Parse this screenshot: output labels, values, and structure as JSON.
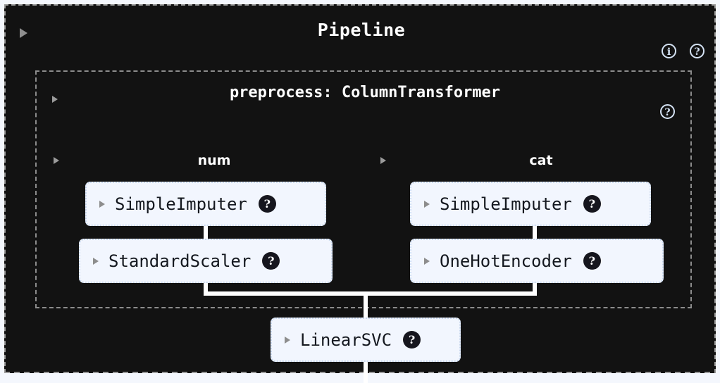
{
  "diagram": {
    "type": "sklearn-pipeline-repr",
    "theme": "dark",
    "colors": {
      "canvas_background": "#f4f7fd",
      "panel_background": "#121212",
      "panel_border": "#9a9a9a",
      "estimator_background": "#f2f6fe",
      "estimator_border": "#c9d8ef",
      "estimator_text": "#14181f",
      "title_text": "#ffffff",
      "connector": "#ffffff",
      "doc_badge_background": "#16161e",
      "circle_icon": "#d5e3f5"
    }
  },
  "pipeline": {
    "title": "Pipeline",
    "toggle_icon": "triangle-right-icon",
    "info_icon": "info-circle-icon",
    "info_icon_glyph": "i",
    "help_icon": "question-circle-icon",
    "help_icon_glyph": "?"
  },
  "column_transformer": {
    "title": "preprocess: ColumnTransformer",
    "toggle_icon": "triangle-right-icon",
    "help_icon": "question-circle-icon",
    "help_icon_glyph": "?",
    "columns": [
      {
        "label": "num",
        "toggle_icon": "triangle-right-icon",
        "steps": [
          {
            "label": "SimpleImputer",
            "toggle_icon": "triangle-right-icon",
            "doc_glyph": "?"
          },
          {
            "label": "StandardScaler",
            "toggle_icon": "triangle-right-icon",
            "doc_glyph": "?"
          }
        ]
      },
      {
        "label": "cat",
        "toggle_icon": "triangle-right-icon",
        "steps": [
          {
            "label": "SimpleImputer",
            "toggle_icon": "triangle-right-icon",
            "doc_glyph": "?"
          },
          {
            "label": "OneHotEncoder",
            "toggle_icon": "triangle-right-icon",
            "doc_glyph": "?"
          }
        ]
      }
    ]
  },
  "final_estimator": {
    "label": "LinearSVC",
    "toggle_icon": "triangle-right-icon",
    "doc_glyph": "?"
  }
}
